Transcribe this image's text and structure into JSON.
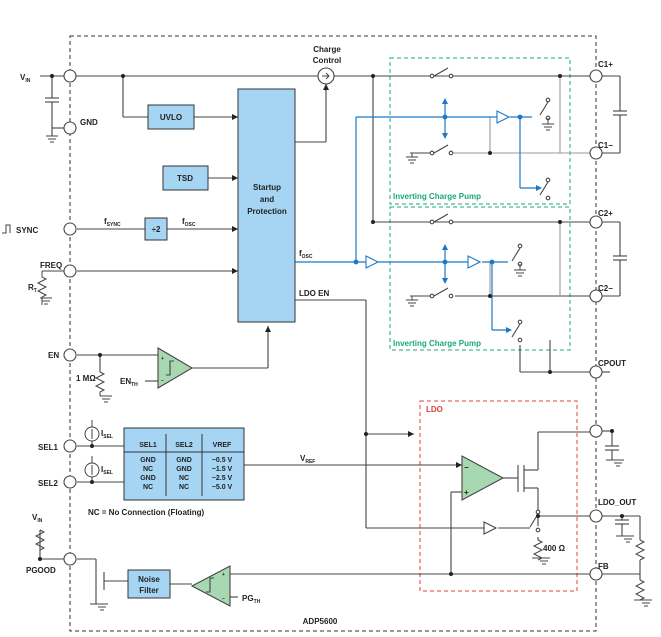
{
  "chip_name": "ADP5600",
  "colors": {
    "block_fill": "#a6d5f3",
    "wire": "#444444",
    "signal_blue": "#1b79c6",
    "charge_pump_border": "#1aa878",
    "ldo_border": "#e0413b",
    "comparator_fill": "#a7d8b1"
  },
  "pins": {
    "vin": "V",
    "vin_sub": "IN",
    "gnd": "GND",
    "sync": "SYNC",
    "freq": "FREQ",
    "rt": "R",
    "rt_sub": "T",
    "en": "EN",
    "sel1": "SEL1",
    "sel2": "SEL2",
    "vin_pgood": "V",
    "vin_pgood_sub": "IN",
    "pgood": "PGOOD",
    "c1p": "C1+",
    "c1m": "C1−",
    "c2p": "C2+",
    "c2m": "C2−",
    "cpout": "CPOUT",
    "ldo_out": "LDO_OUT",
    "fb": "FB"
  },
  "blocks": {
    "uvlo": "UVLO",
    "tsd": "TSD",
    "startup_line1": "Startup",
    "startup_line2": "and",
    "startup_line3": "Protection",
    "div2": "÷2",
    "noise_line1": "Noise",
    "noise_line2": "Filter",
    "charge_control_line1": "Charge",
    "charge_control_line2": "Control",
    "ldo": "LDO",
    "inverting_charge_pump_1": "Inverting Charge Pump",
    "inverting_charge_pump_2": "Inverting Charge Pump"
  },
  "signals": {
    "fsync": "f",
    "fsync_sub": "SYNC",
    "fosc": "f",
    "fosc_sub": "OSC",
    "fosc2": "f",
    "fosc2_sub": "OSC",
    "ldo_en": "LDO EN",
    "vref": "V",
    "vref_sub": "REF",
    "enth": "EN",
    "enth_sub": "TH",
    "pgth": "PG",
    "pgth_sub": "TH",
    "isel1": "I",
    "isel1_sub": "SEL",
    "isel2": "I",
    "isel2_sub": "SEL",
    "r1m": "1 MΩ",
    "r400": "400 Ω"
  },
  "table": {
    "headers": [
      "SEL1",
      "SEL2",
      "VREF"
    ],
    "rows": [
      [
        "GND",
        "GND",
        "−0.5 V"
      ],
      [
        "NC",
        "GND",
        "−1.5 V"
      ],
      [
        "GND",
        "NC",
        "−2.5 V"
      ],
      [
        "NC",
        "NC",
        "−5.0 V"
      ]
    ],
    "note": "NC = No Connection (Floating)"
  }
}
